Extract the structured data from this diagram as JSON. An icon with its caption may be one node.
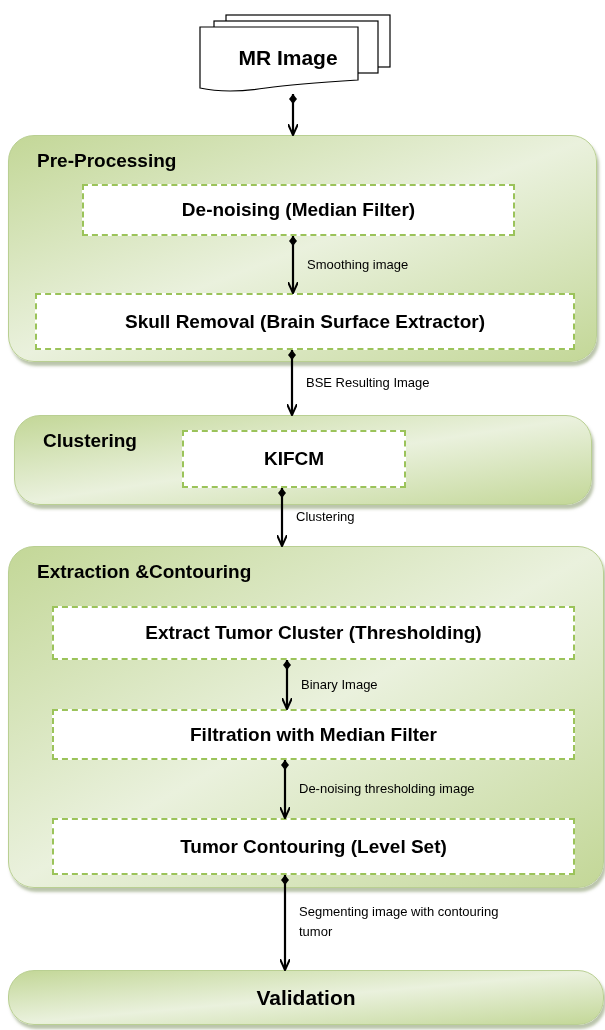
{
  "diagram": {
    "nodes": [
      {
        "text": [
          "MR Image"
        ]
      },
      {
        "text": [
          "Pre-Processing"
        ]
      },
      {
        "text": [
          "De-noising (Median Filter)"
        ],
        "in": 1
      },
      {
        "text": [
          "Skull Removal (Brain Surface Extractor)"
        ],
        "in": 1
      },
      {
        "text": [
          "Clustering"
        ]
      },
      {
        "text": [
          "KIFCM"
        ],
        "in": 4
      },
      {
        "text": [
          "Extraction &Contouring"
        ]
      },
      {
        "text": [
          "Extract Tumor Cluster (Thresholding)"
        ],
        "in": 6
      },
      {
        "text": [
          "Filtration with Median Filter"
        ],
        "in": 6
      },
      {
        "text": [
          "Tumor Contouring (Level Set)"
        ],
        "in": 6
      },
      {
        "text": [
          "Validation"
        ]
      }
    ],
    "edges": [
      {
        "from": 0,
        "to": 1,
        "arrow": "to"
      },
      {
        "from": 2,
        "to": 3,
        "arrow": "to",
        "label": "Smoothing image"
      },
      {
        "from": 3,
        "to": 4,
        "arrow": "to",
        "label": "BSE Resulting Image"
      },
      {
        "from": 5,
        "to": 6,
        "arrow": "to",
        "label": "Clustering"
      },
      {
        "from": 7,
        "to": 8,
        "arrow": "to",
        "label": "Binary Image"
      },
      {
        "from": 8,
        "to": 9,
        "arrow": "to",
        "label": "De-noising thresholding image"
      },
      {
        "from": 9,
        "to": 10,
        "arrow": "to",
        "label": "Segmenting image with contouring tumor"
      }
    ]
  }
}
